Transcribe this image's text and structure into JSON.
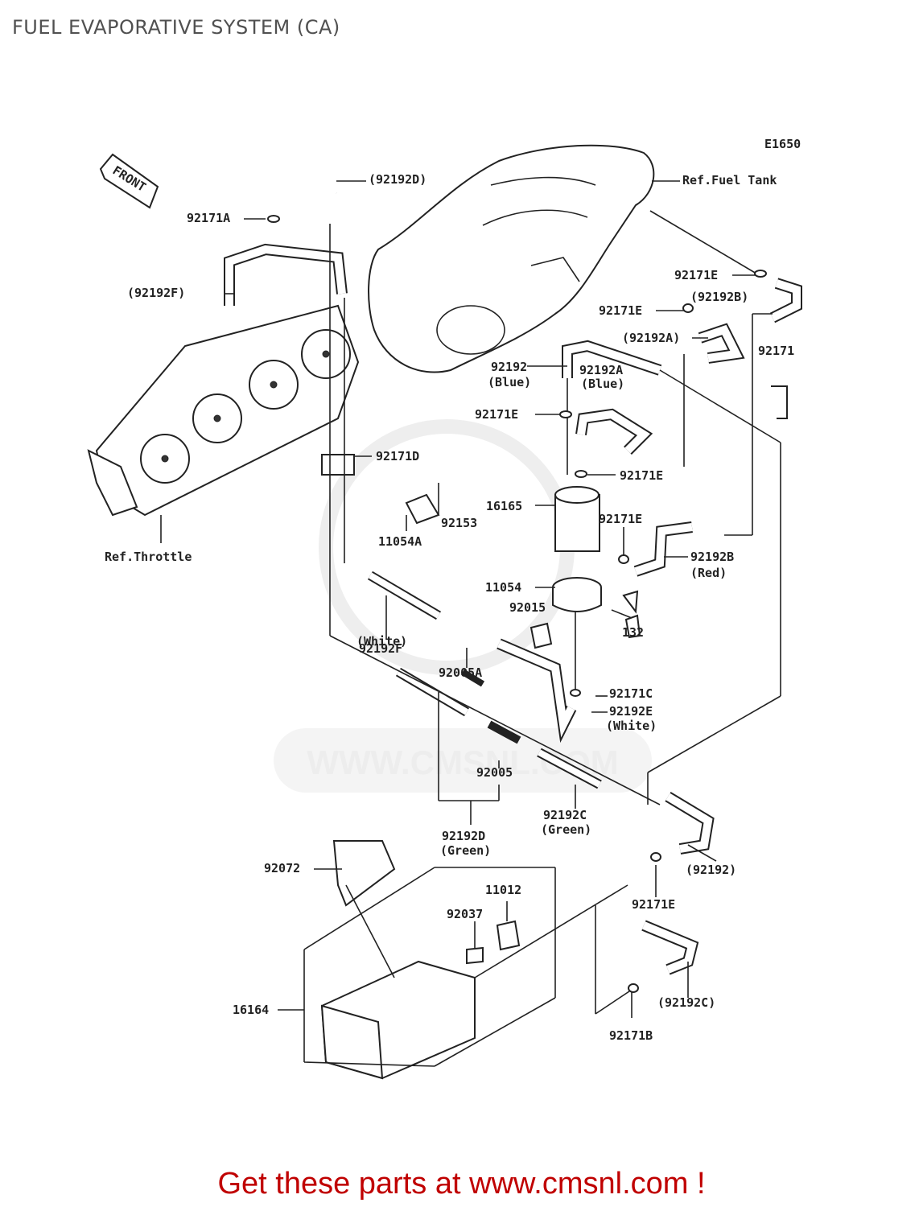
{
  "title": "FUEL EVAPORATIVE SYSTEM (CA)",
  "diagram_code": "E1650",
  "front_label": "FRONT",
  "watermark": "WWW.CMSNL.COM",
  "cta": "Get these parts at www.cmsnl.com !",
  "labels": {
    "p92192D": "(92192D)",
    "p92171A": "92171A",
    "p92192F": "(92192F)",
    "ref_throttle": "Ref.Throttle",
    "ref_fuel_tank": "Ref.Fuel Tank",
    "p92171E_1": "92171E",
    "p92192B": "(92192B)",
    "p92171E_2": "92171E",
    "p92192A": "(92192A)",
    "p92171": "92171",
    "p92192": "92192",
    "p92192_blue": "(Blue)",
    "p92192A_b": "92192A",
    "p92192A_blue": "(Blue)",
    "p92171E_3": "92171E",
    "p92171D": "92171D",
    "p92171E_4": "92171E",
    "p92153": "92153",
    "p11054A": "11054A",
    "p16165": "16165",
    "p92171E_5": "92171E",
    "p92192B_b": "92192B",
    "p92192B_red": "(Red)",
    "p11054": "11054",
    "p92015": "92015",
    "p132": "132",
    "p92192F_b": "92192F",
    "p92192F_white": "(White)",
    "p92005A": "92005A",
    "p92171C": "92171C",
    "p92192E": "92192E",
    "p92192E_white": "(White)",
    "p92005": "92005",
    "p92192C": "92192C",
    "p92192C_green": "(Green)",
    "p92192D_b": "92192D",
    "p92192D_green": "(Green)",
    "p92072": "92072",
    "p11012": "11012",
    "p92037": "92037",
    "p92192_p": "(92192)",
    "p92171E_6": "92171E",
    "p16164": "16164",
    "p92192C_p": "(92192C)",
    "p92171B": "92171B"
  }
}
